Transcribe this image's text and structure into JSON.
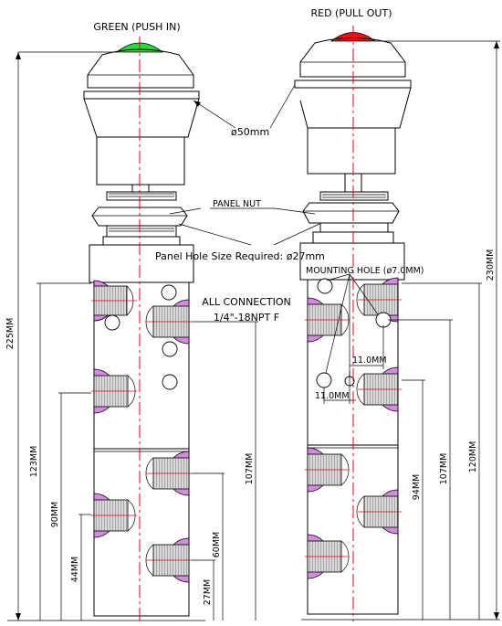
{
  "labels": {
    "green_title": "GREEN (PUSH IN)",
    "red_title": "RED (PULL OUT)",
    "diameter": "ø50mm",
    "panel_nut": "PANEL NUT",
    "panel_hole": "Panel Hole Size Required: ø27mm",
    "mounting_hole": "MOUNTING HOLE (ø7.0MM)",
    "all_connection": "ALL CONNECTION",
    "npt": "1/4\"-18NPT F",
    "dim_11a": "11.0MM",
    "dim_11b": "11.0MM"
  },
  "left_dims": {
    "d225": "225MM",
    "d123": "123MM",
    "d90": "90MM",
    "d44": "44MM",
    "d107": "107MM",
    "d60": "60MM",
    "d27": "27MM"
  },
  "right_dims": {
    "d230": "230MM",
    "d120": "120MM",
    "d107": "107MM",
    "d94": "94MM"
  },
  "colors": {
    "green_cap": "#22dd33",
    "red_cap": "#ee1111",
    "port_fill": "#d58be0",
    "centerline": "#e0001b"
  }
}
